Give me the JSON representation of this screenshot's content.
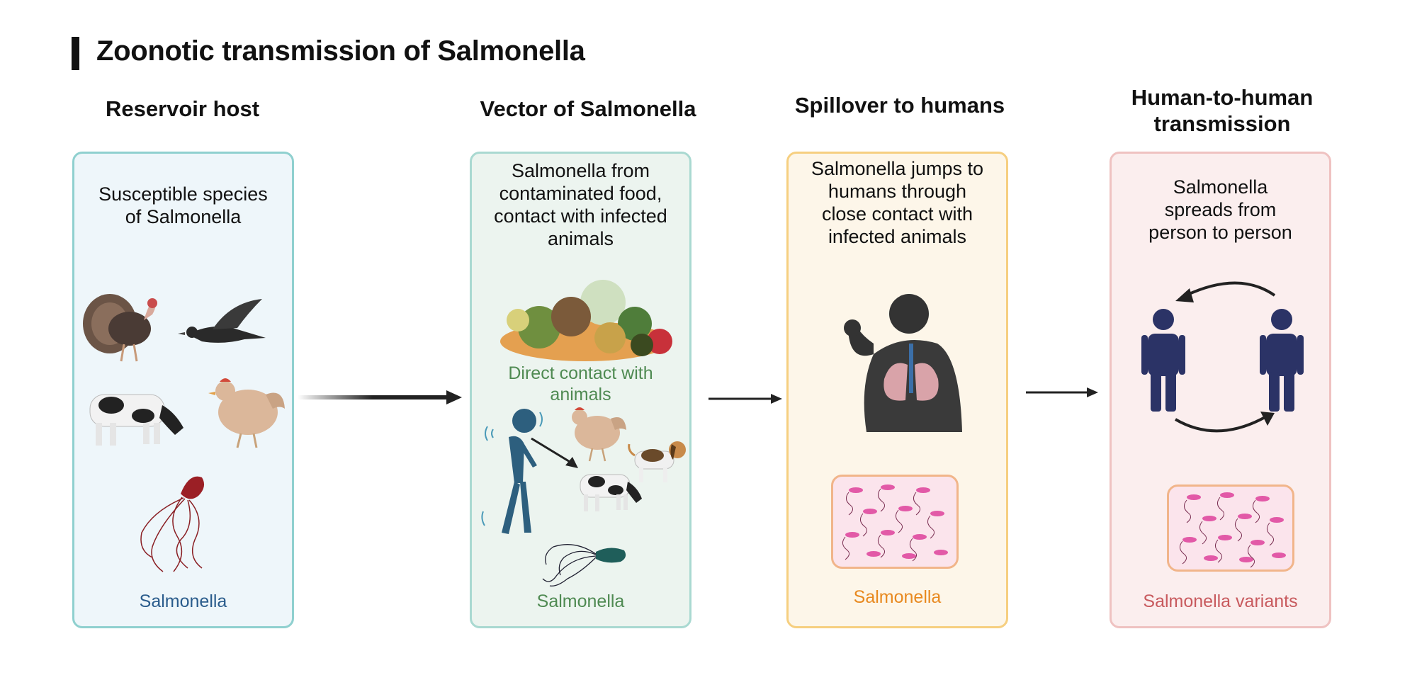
{
  "title": "Zoonotic transmission of Salmonella",
  "columns": [
    {
      "heading": "Reservoir host",
      "description": "Susceptible species\nof  Salmonella",
      "label": "Salmonella",
      "label_color": "#2a5c8c"
    },
    {
      "heading": "Vector of Salmonella",
      "description": "Salmonella from\ncontaminated food,\ncontact with infected\nanimals",
      "sublabel": "Direct contact with\nanimals",
      "label": "Salmonella",
      "label_color": "#4f8a52"
    },
    {
      "heading": "Spillover to humans",
      "description": "Salmonella jumps to\nhumans through\nclose contact with\ninfected animals",
      "label": "Salmonella",
      "label_color": "#e8891f"
    },
    {
      "heading": "Human-to-human\ntransmission",
      "description": "Salmonella\nspreads from\nperson to person",
      "label": "Salmonella variants",
      "label_color": "#c85a5e"
    }
  ],
  "icons": {
    "reservoir": [
      "turkey-icon",
      "crow-icon",
      "cow-icon",
      "chicken-icon",
      "salmonella-bacterium-icon"
    ],
    "vector": [
      "food-pile-icon",
      "sick-person-icon",
      "chicken-icon",
      "cow-icon",
      "dog-icon",
      "salmonella-bacterium-icon"
    ],
    "spillover": [
      "person-lungs-icon",
      "bacteria-culture-icon"
    ],
    "human": [
      "person-left-icon",
      "person-right-icon",
      "cycle-arrows-icon",
      "bacteria-culture-icon"
    ]
  }
}
